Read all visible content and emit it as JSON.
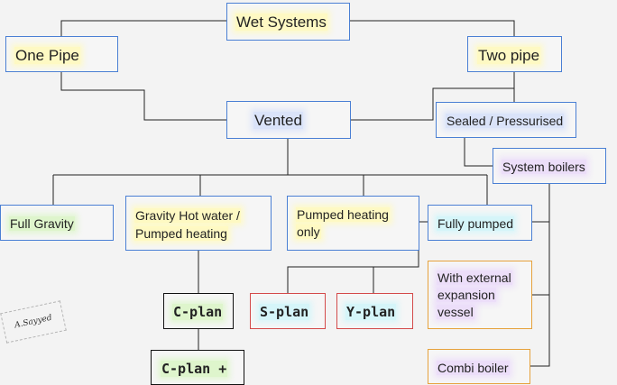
{
  "nodes": {
    "wet_systems": "Wet Systems",
    "one_pipe": "One Pipe",
    "two_pipe": "Two pipe",
    "vented": "Vented",
    "sealed": "Sealed / Pressurised",
    "system_boilers": "System boilers",
    "full_gravity": "Full Gravity",
    "gravity_hot_water_line1": "Gravity Hot water /",
    "gravity_hot_water_line2": "Pumped heating",
    "pumped_heating_line1": "Pumped heating",
    "pumped_heating_line2": "only",
    "fully_pumped": "Fully pumped",
    "c_plan": "C-plan",
    "c_plan_plus": "C-plan +",
    "s_plan": "S-plan",
    "y_plan": "Y-plan",
    "external_expansion_line1": "With external",
    "external_expansion_line2": "expansion",
    "external_expansion_line3": "vessel",
    "combi_boiler": "Combi boiler"
  },
  "signature": "A.Sayyed",
  "colors": {
    "blue_border": "#4a7fd4",
    "red_border": "#d44a4a",
    "orange_border": "#e6a23c",
    "black_border": "#111111",
    "connector": "#222222",
    "background": "#f3f3f3"
  }
}
